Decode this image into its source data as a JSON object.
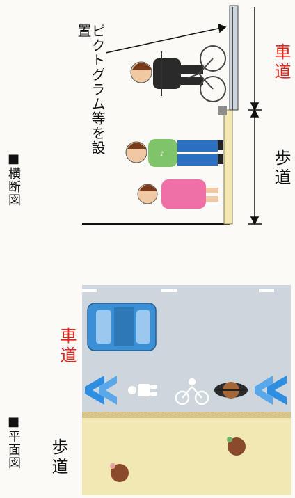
{
  "plan": {
    "title": "■平面図",
    "sidewalk_label": "歩道",
    "road_label": "車道"
  },
  "section": {
    "title": "■横断図",
    "sidewalk_label": "歩道",
    "road_label": "車道",
    "pictogram_callout": "ピクトグラム等を設置"
  },
  "colors": {
    "sidewalk": "#f2e8b3",
    "road": "#cdd6dc",
    "curb": "#c8b57b",
    "car": "#3b8fd4",
    "pictogram": "#2f8ee0",
    "label_red": "#e0251b"
  },
  "icons": [
    "pedestrian-icon",
    "cyclist-icon",
    "car-icon",
    "arrow-chevron-icon"
  ]
}
